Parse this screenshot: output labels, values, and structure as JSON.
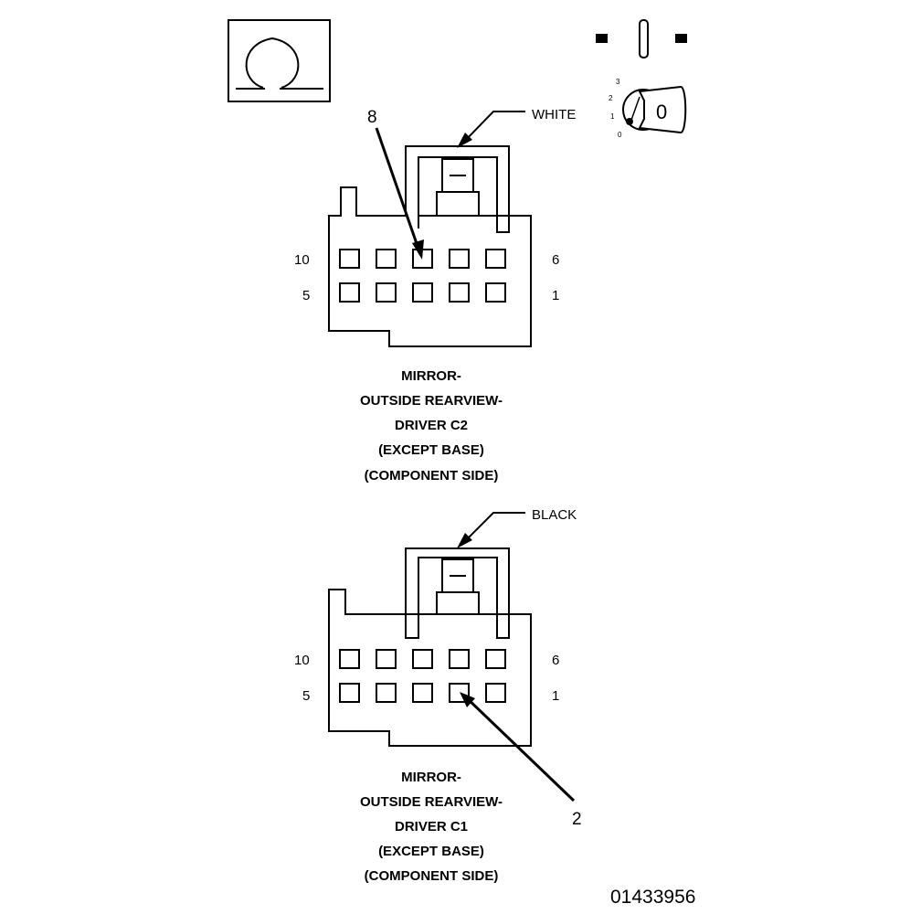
{
  "omega_symbol": "Ω",
  "key_switch": {
    "positions": [
      "3",
      "2",
      "1",
      "0"
    ],
    "key_label": "0"
  },
  "connectors": [
    {
      "name": "c2",
      "color_label": "WHITE",
      "callout": "8",
      "pin_labels": {
        "top_left": "10",
        "top_right": "6",
        "bottom_left": "5",
        "bottom_right": "1"
      },
      "title_lines": [
        "MIRROR-",
        "OUTSIDE REARVIEW-",
        "DRIVER C2",
        "(EXCEPT BASE)",
        "(COMPONENT SIDE)"
      ]
    },
    {
      "name": "c1",
      "color_label": "BLACK",
      "callout": "2",
      "pin_labels": {
        "top_left": "10",
        "top_right": "6",
        "bottom_left": "5",
        "bottom_right": "1"
      },
      "title_lines": [
        "MIRROR-",
        "OUTSIDE REARVIEW-",
        "DRIVER C1",
        "(EXCEPT BASE)",
        "(COMPONENT SIDE)"
      ]
    }
  ],
  "figure_number": "01433956"
}
